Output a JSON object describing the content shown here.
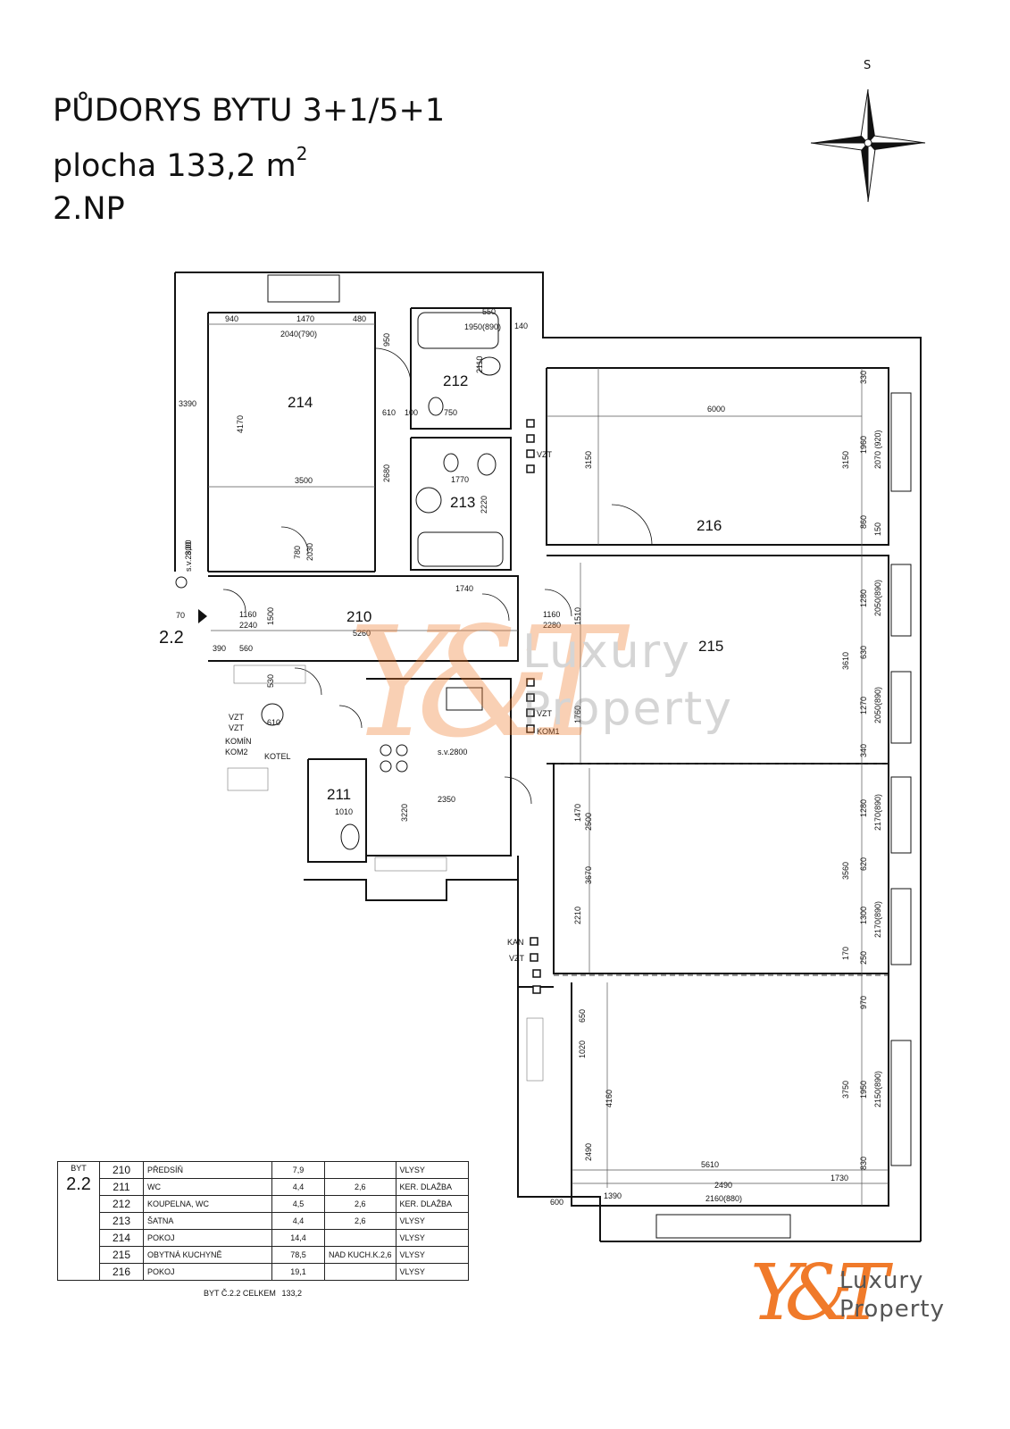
{
  "title": {
    "line1": "PŮDORYS BYTU 3+1/5+1",
    "line2_prefix": "plocha 133,2 m",
    "line2_sup": "2",
    "line3": "2.NP"
  },
  "compass": {
    "label": "S"
  },
  "rooms": {
    "r214": "214",
    "r212": "212",
    "r213": "213",
    "r216": "216",
    "r210": "210",
    "r215": "215",
    "r211": "211"
  },
  "section_mark": "2.2",
  "dimensions": {
    "d940": "940",
    "d1470": "1470",
    "d480": "480",
    "d2040": "2040(790)",
    "d1950": "1950(890)",
    "d550": "550",
    "d140": "140",
    "d4170": "4170",
    "d3500": "3500",
    "d950": "950",
    "d2680": "2680",
    "d610": "610",
    "d100": "100",
    "d750": "750",
    "d2110": "2110",
    "d6000": "6000",
    "d3150": "3150",
    "d3150b": "3150",
    "d330": "330",
    "d1960": "1960",
    "d2070": "2070 (920)",
    "d860": "860",
    "d150": "150",
    "d1770": "1770",
    "d2220": "2220",
    "d780": "780",
    "d2030": "2030",
    "d1740": "1740",
    "d1500": "1500",
    "d5260": "5260",
    "d1160a": "1160",
    "d2240": "2240",
    "d1160b": "1160",
    "d2280": "2280",
    "d1510": "1510",
    "d390": "390",
    "d560": "560",
    "d70": "70",
    "d3390": "3390",
    "d3610": "3610",
    "d1280": "1280",
    "d2050a": "2050(890)",
    "d630": "630",
    "d1270": "1270",
    "d2050b": "2050(890)",
    "d340": "340",
    "d1760": "1760",
    "d530": "530",
    "d1010": "1010",
    "d3220": "3220",
    "d2350": "2350",
    "d1470b": "1470",
    "d2500": "2500",
    "d3670": "3670",
    "d2210": "2210",
    "d3560": "3560",
    "d1280b": "1280",
    "d2170a": "2170(890)",
    "d620": "620",
    "d1300": "1300",
    "d2170b": "2170(890)",
    "d170": "170",
    "d250": "250",
    "d650": "650",
    "d1020": "1020",
    "d4160": "4160",
    "d2490": "2490",
    "d970": "970",
    "d3750": "3750",
    "d1950b": "1950",
    "d2150": "2150(890)",
    "d5610": "5610",
    "d1730": "1730",
    "d830": "830",
    "d600": "600",
    "d1390": "1390",
    "d2490b": "2490",
    "d2160": "2160(880)"
  },
  "labels": {
    "vzt1": "VZT",
    "vzt2": "VZT",
    "kom1": "KOM1",
    "vzt3": "VZT",
    "kan": "KAN",
    "vzt4": "VZT",
    "kotel": "KOTEL",
    "komin": "KOMÍN",
    "kom2": "KOM2",
    "vzt5": "VZT",
    "vzt6": "VZT",
    "sv1": "s.v.2800",
    "sv2": "s.v.2800",
    "sv3": "3,00"
  },
  "table": {
    "byt_label": "BYT",
    "byt_value": "2.2",
    "rows": [
      {
        "num": "210",
        "name": "PŘEDSÍŇ",
        "area": "7,9",
        "height": "",
        "floor": "VLYSY"
      },
      {
        "num": "211",
        "name": "WC",
        "area": "4,4",
        "height": "2,6",
        "floor": "KER. DLAŽBA"
      },
      {
        "num": "212",
        "name": "KOUPELNA, WC",
        "area": "4,5",
        "height": "2,6",
        "floor": "KER. DLAŽBA"
      },
      {
        "num": "213",
        "name": "ŠATNA",
        "area": "4,4",
        "height": "2,6",
        "floor": "VLYSY"
      },
      {
        "num": "214",
        "name": "POKOJ",
        "area": "14,4",
        "height": "",
        "floor": "VLYSY"
      },
      {
        "num": "215",
        "name": "OBYTNÁ KUCHYNĚ",
        "area": "78,5",
        "height": "NAD KUCH.K.2,6",
        "floor": "VLYSY"
      },
      {
        "num": "216",
        "name": "POKOJ",
        "area": "19,1",
        "height": "",
        "floor": "VLYSY"
      }
    ],
    "total_label": "BYT Č.2.2 CELKEM",
    "total_value": "133,2"
  },
  "logo": {
    "mark": "Y&T",
    "line1": "Luxury",
    "line2": "Property"
  },
  "watermark": {
    "mark": "Y&T",
    "line1": "Luxury",
    "line2": "Property"
  },
  "colors": {
    "brand_orange": "#f07a2a",
    "brand_gray": "#555555",
    "line": "#111111"
  }
}
